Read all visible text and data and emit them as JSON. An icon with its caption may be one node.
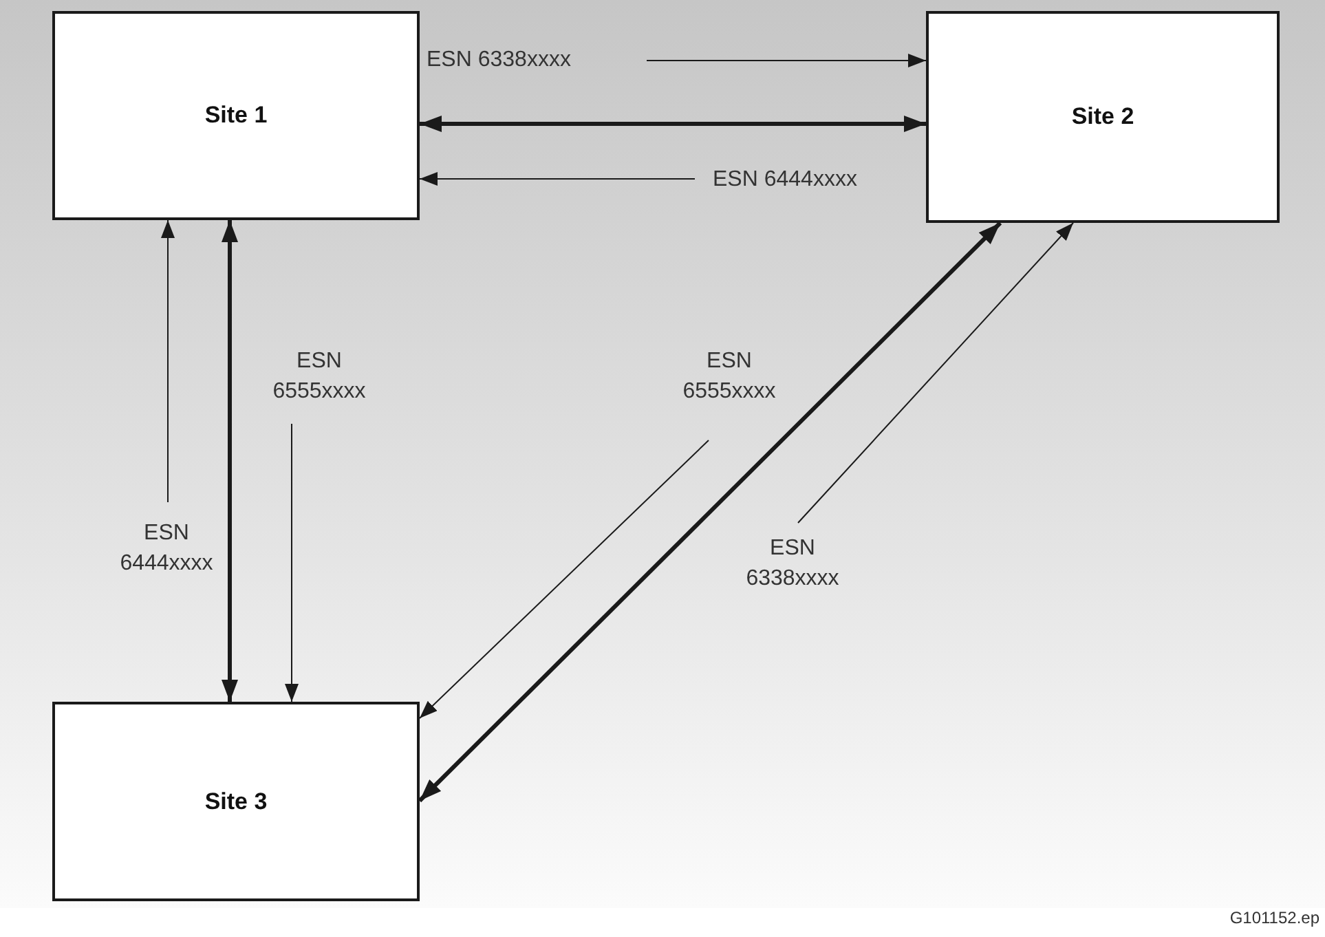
{
  "diagram": {
    "nodes": [
      {
        "text": [
          "Site 1"
        ]
      },
      {
        "text": [
          "Site 2"
        ]
      },
      {
        "text": [
          "Site 3"
        ]
      }
    ],
    "edges": [
      {
        "from": null,
        "to": 1,
        "arrow": "to",
        "label": "ESN 6338xxxx"
      },
      {
        "from": 0,
        "to": 1,
        "arrow": "both",
        "style": "thick"
      },
      {
        "from": null,
        "to": 0,
        "arrow": "to",
        "label": "ESN 6444xxxx"
      },
      {
        "from": null,
        "to": 0,
        "arrow": "to",
        "label": "ESN 6444xxxx"
      },
      {
        "from": 0,
        "to": 2,
        "arrow": "both",
        "style": "thick"
      },
      {
        "from": null,
        "to": 2,
        "arrow": "to",
        "label": "ESN 6555xxxx"
      },
      {
        "from": 2,
        "to": 1,
        "arrow": "both",
        "style": "thick"
      },
      {
        "from": null,
        "to": 2,
        "arrow": "to",
        "label": "ESN 6555xxxx"
      },
      {
        "from": null,
        "to": 1,
        "arrow": "to",
        "label": "ESN 6338xxxx"
      }
    ],
    "labels": [
      "G101152.ep"
    ]
  }
}
